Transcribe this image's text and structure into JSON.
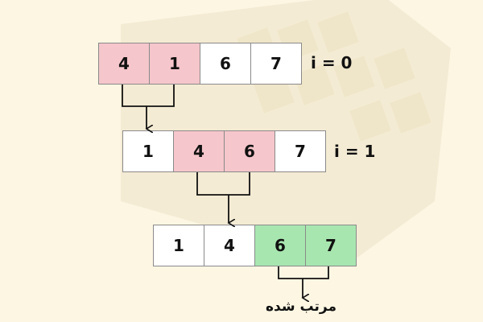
{
  "rows": [
    {
      "cells": [
        "4",
        "1",
        "6",
        "7"
      ],
      "label": "i = 0"
    },
    {
      "cells": [
        "1",
        "4",
        "6",
        "7"
      ],
      "label": "i = 1"
    },
    {
      "cells": [
        "1",
        "4",
        "6",
        "7"
      ]
    }
  ],
  "caption": "مرتب شده",
  "colors": {
    "background": "#fdf6e3",
    "highlight_pair": "#f5c6cb",
    "sorted": "#a8e6b0",
    "unsorted": "#ffffff"
  }
}
